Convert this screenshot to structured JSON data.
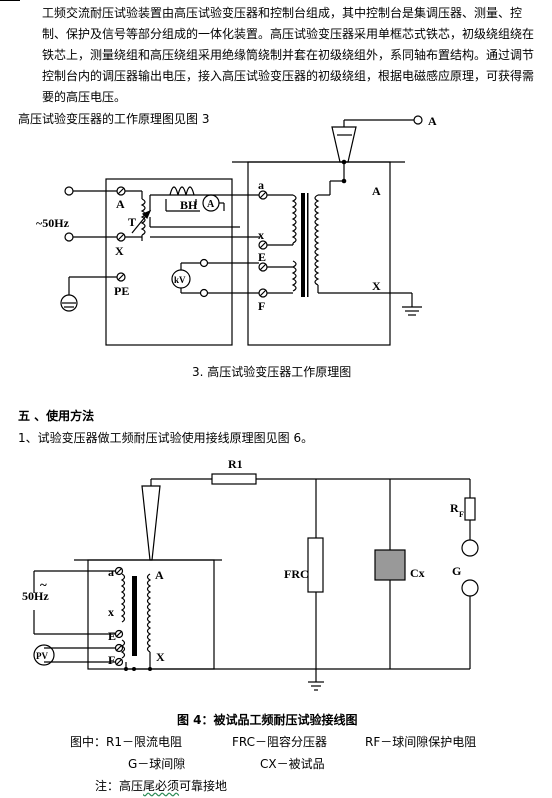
{
  "intro": {
    "paragraph": "工频交流耐压试验装置由高压试验变压器和控制台组成，其中控制台是集调压器、测量、控制、保护及信号等部分组成的一体化装置。高压试验变压器采用单框芯式铁芯，初级绕组绕在铁芯上，测量绕组和高压绕组采用绝缘筒绕制并套在初级绕组外，系同轴布置结构。通过调节控制台内的调压器输出电压，接入高压试验变压器的初级绕组，根据电磁感应原理，可获得需要的高压电压。",
    "ref_line": "高压试验变压器的工作原理图见图 3"
  },
  "fig3": {
    "caption": "3. 高压试验变压器工作原理图",
    "labels": {
      "A_top": "A",
      "hz": "~50Hz",
      "A_left": "A",
      "T": "T",
      "X_left": "X",
      "PE": "PE",
      "BH": "BH",
      "A_meter": "A",
      "kV": "kV",
      "a": "a",
      "x": "x",
      "E": "E",
      "F": "F",
      "A_out": "A",
      "X_out": "X"
    }
  },
  "section5": {
    "heading": "五 、使用方法",
    "item1": "1、试验变压器做工频耐压试验使用接线原理图见图 6。"
  },
  "fig4": {
    "caption": "图 4：被试品工频耐压试验接线图",
    "labels": {
      "R1": "R1",
      "RF": "R",
      "RF_sub": "F",
      "FRC": "FRC",
      "Cx": "Cx",
      "G": "G",
      "hz": "50Hz",
      "a": "a",
      "x": "x",
      "E": "E",
      "F": "F",
      "A": "A",
      "X": "X",
      "PV": "PV"
    }
  },
  "legend": {
    "row1": [
      "图中：R1－限流电阻",
      "FRC－阻容分压器",
      "RF－球间隙保护电阻"
    ],
    "row2": [
      "G－球间隙",
      "CX－被试品"
    ],
    "note_prefix": "注：高压",
    "note_wavy": "尾必须",
    "note_suffix": "可靠接地"
  }
}
